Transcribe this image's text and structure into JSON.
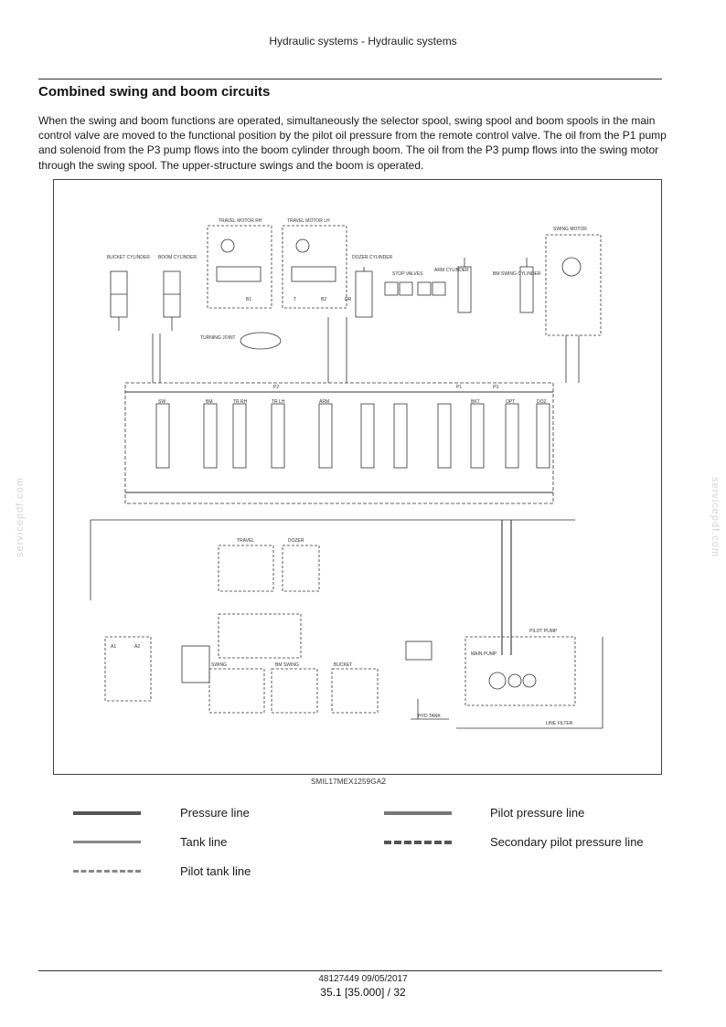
{
  "header": {
    "running_title": "Hydraulic systems - Hydraulic systems"
  },
  "section": {
    "title": "Combined swing and boom circuits",
    "body": "When the swing and boom functions are operated, simultaneously the selector spool, swing spool and boom spools in the main control valve are moved to the functional position by the pilot oil pressure from the remote control valve. The oil from the P1 pump and solenoid from the P3 pump flows into the boom cylinder through boom.  The oil from the P3 pump flows into the swing motor through the swing spool.  The upper-structure swings and the boom is operated."
  },
  "figure": {
    "code": "SMIL17MEX1259GA",
    "number": "2",
    "labels": {
      "travel_motor_rh": "TRAVEL MOTOR RH",
      "travel_motor_lh": "TRAVEL MOTOR LH",
      "bucket_cylinder": "BUCKET CYLINDER",
      "boom_cylinder": "BOOM CYLINDER",
      "dozer_cylinder": "DOZER CYLINDER",
      "stop_valves": "STOP VALVES",
      "arm_cylinder": "ARM CYLINDER",
      "swing_cylinder": "BM SWING CYLINDER",
      "swing_motor": "SWING MOTOR",
      "turning_joint": "TURNING JOINT",
      "travel": "TRAVEL",
      "dozer": "DOZER",
      "swing": "SWING",
      "boom_swing": "BM SWING",
      "bucket": "BUCKET",
      "main_pump": "MAIN PUMP",
      "pilot_pump": "PILOT PUMP",
      "hyd_tank": "HYD TANK",
      "line_filter": "LINE FILTER",
      "p1": "P1",
      "p2": "P2",
      "p3": "P3",
      "sw": "SW",
      "bm": "BM",
      "trrh": "TR RH",
      "trlh": "TR LH",
      "arm": "ARM",
      "bkt": "BKT",
      "doz": "DOZ",
      "opt": "OPT",
      "a1": "A1",
      "a2": "A2",
      "b1": "B1",
      "b2": "B2",
      "t": "T",
      "dr": "DR"
    }
  },
  "legend": [
    {
      "label": "Pressure line",
      "color": "#555555",
      "style": "solid",
      "weight": 4
    },
    {
      "label": "Pilot pressure line",
      "color": "#777777",
      "style": "solid",
      "weight": 4
    },
    {
      "label": "Tank line",
      "color": "#888888",
      "style": "solid",
      "weight": 3
    },
    {
      "label": "Secondary pilot pressure line",
      "color": "#555555",
      "style": "dashed",
      "weight": 4
    },
    {
      "label": "Pilot tank line",
      "color": "#888888",
      "style": "dashed",
      "weight": 3
    }
  ],
  "footer": {
    "doc_ref": "48127449 09/05/2017",
    "page": "35.1 [35.000] / 32"
  },
  "watermark": "servicepdf.com"
}
